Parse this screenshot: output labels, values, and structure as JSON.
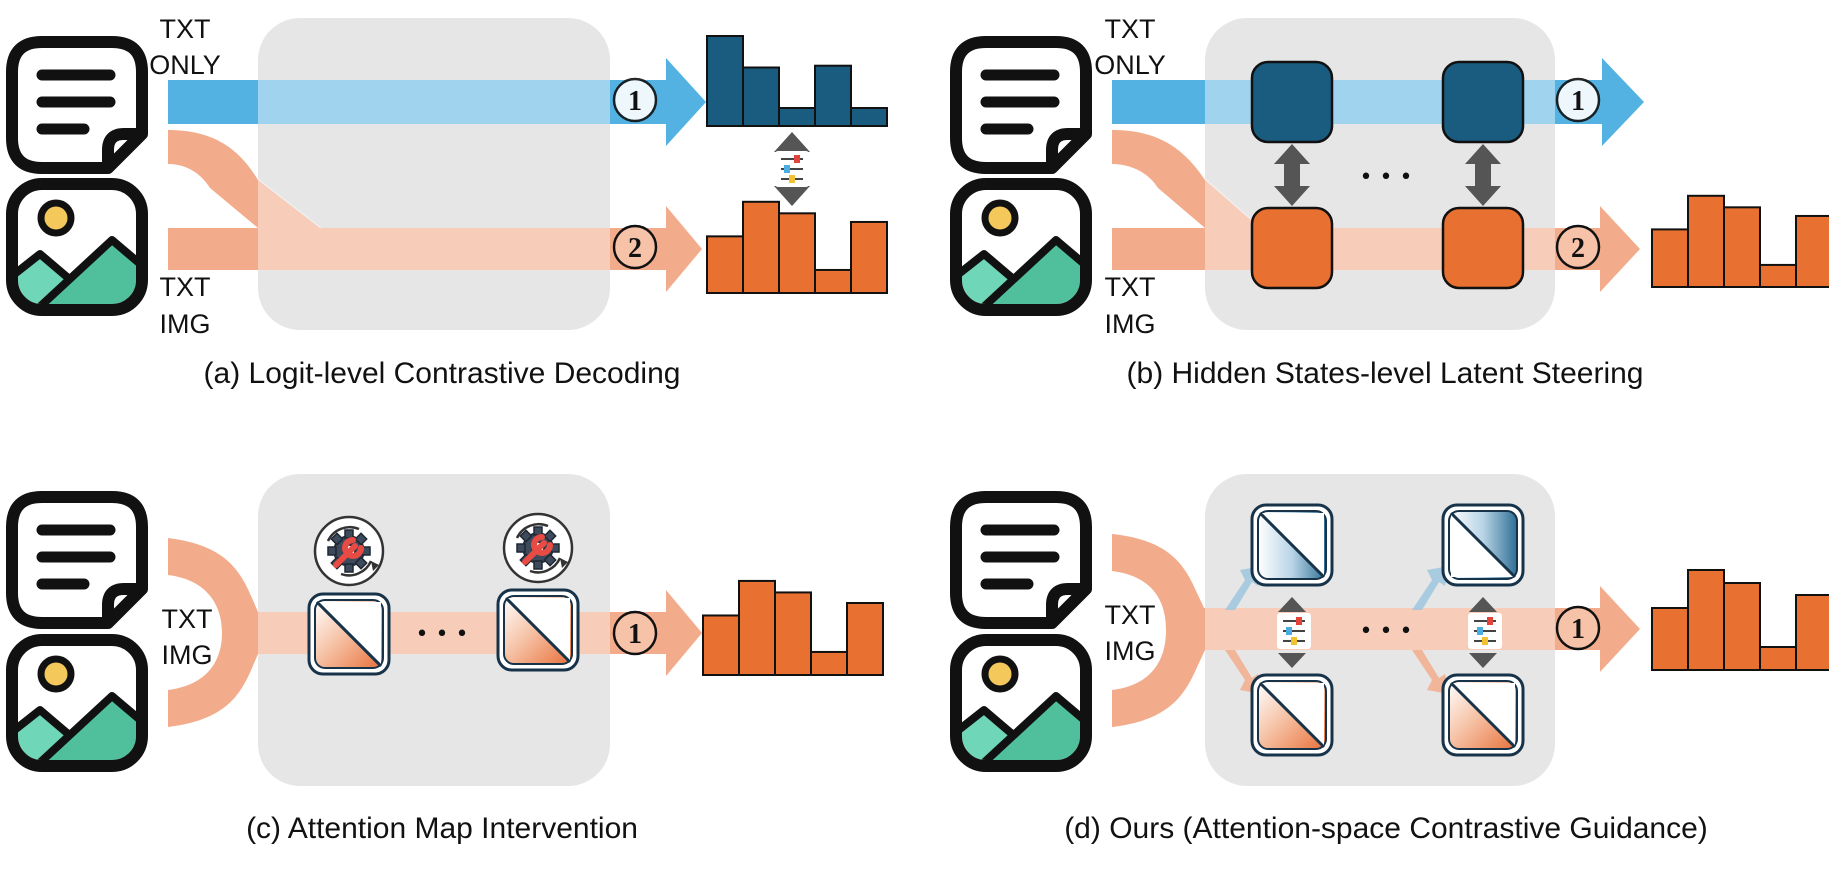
{
  "panels": {
    "a": {
      "caption": "(a) Logit-level Contrastive Decoding",
      "label_top_1": "TXT",
      "label_top_2": "ONLY",
      "label_bottom_1": "TXT",
      "label_bottom_2": "IMG",
      "marker_1": "1",
      "marker_2": "2"
    },
    "b": {
      "caption": "(b) Hidden States-level Latent Steering",
      "label_top_1": "TXT",
      "label_top_2": "ONLY",
      "label_bottom_1": "TXT",
      "label_bottom_2": "IMG",
      "marker_1": "1",
      "marker_2": "2",
      "ellipsis": "• • •"
    },
    "c": {
      "caption": "(c) Attention Map Intervention",
      "label_mid_1": "TXT",
      "label_mid_2": "IMG",
      "marker_1": "1",
      "ellipsis": "• • •"
    },
    "d": {
      "caption": "(d) Ours (Attention-space Contrastive Guidance)",
      "label_mid_1": "TXT",
      "label_mid_2": "IMG",
      "marker_1": "1",
      "ellipsis": "• • •"
    }
  },
  "colors": {
    "txt_stream": "#4aaee0",
    "img_stream": "#f2ac8c",
    "blue_dark": "#1a5c80",
    "orange_dark": "#e87030",
    "panel_gray": "#e6e6e6",
    "arrow_gray": "#555555",
    "icon_green": "#52c09c",
    "icon_sun": "#f4c85a"
  },
  "icons": [
    "document-icon",
    "image-icon",
    "tuning-sliders-icon",
    "gear-wrench-icon",
    "attention-map-icon"
  ],
  "histograms": {
    "a_top": [
      1.0,
      0.65,
      0.2,
      0.67,
      0.2
    ],
    "a_bottom": [
      0.59,
      0.95,
      0.83,
      0.24,
      0.74
    ],
    "b_bottom": [
      0.6,
      0.95,
      0.83,
      0.23,
      0.74
    ],
    "c": [
      0.62,
      0.98,
      0.86,
      0.24,
      0.75
    ],
    "d": [
      0.62,
      1.0,
      0.87,
      0.23,
      0.75
    ]
  }
}
